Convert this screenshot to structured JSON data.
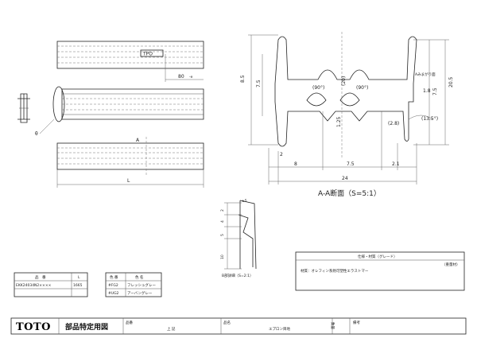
{
  "side_view": {
    "tag": "TPO",
    "dim_80": "80",
    "dim_80_suffix": "-e",
    "angle_label": "θ",
    "section_mark": "A",
    "length_label": "L"
  },
  "section_view": {
    "title": "A-A断面（S=5:1）",
    "dims": {
      "h_85": "8.5",
      "h_75_left": "7.5",
      "h_20": "(20)",
      "h_125": "1.25",
      "w_2": "2",
      "w_8": "8",
      "w_75": "7.5",
      "w_21": "2.1",
      "w_24": "24",
      "r_18": "1.8",
      "h_75_right": "7.5",
      "h_205": "20.5",
      "angle_left": "(90°)",
      "angle_right": "(90°)",
      "r_28": "(2.8)",
      "r_135": "(13.5°)",
      "note_right": "Aみまがり面"
    }
  },
  "detail_view": {
    "dims": {
      "d_2": "2",
      "d_4": "4",
      "d_5": "5",
      "d_10": "10",
      "angle": "±5"
    },
    "caption": "B部詳細（S=2:1）"
  },
  "parts_table": {
    "headers": [
      "品　番",
      "L"
    ],
    "rows": [
      [
        "EKK24034N2××××",
        "1665"
      ]
    ]
  },
  "color_table": {
    "headers": [
      "色 番",
      "色 名"
    ],
    "rows": [
      [
        "#FG2",
        "フレッシュグレー"
      ],
      [
        "#UG2",
        "アーバングレー"
      ]
    ]
  },
  "spec_box": {
    "title": "仕様・材質（グレード）",
    "unit": "（重量材）",
    "material": "材質：オレフィン系熱可塑性エラストマー"
  },
  "title_block": {
    "logo": "TOTO",
    "doc_type": "部品特定用図",
    "label_hinban": "品番",
    "value_hinban": "上 記",
    "label_name": "品名",
    "value_name": "エプロン目地",
    "label_count": "数量",
    "label_remarks": "備考"
  }
}
